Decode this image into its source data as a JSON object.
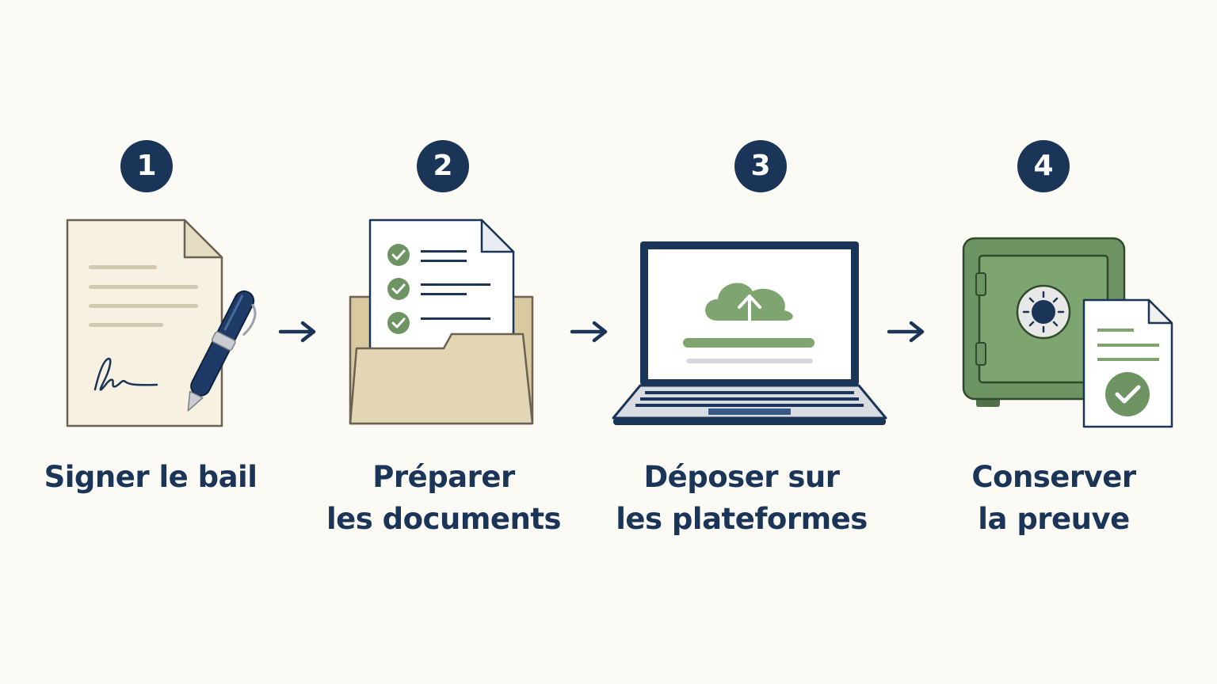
{
  "steps": [
    {
      "number": "1",
      "label_lines": [
        "Signer le bail"
      ]
    },
    {
      "number": "2",
      "label_lines": [
        "Préparer",
        "les documents"
      ]
    },
    {
      "number": "3",
      "label_lines": [
        "Déposer sur",
        "les plateformes"
      ]
    },
    {
      "number": "4",
      "label_lines": [
        "Conserver",
        "la preuve"
      ]
    }
  ],
  "colors": {
    "navy": "#1b3558",
    "green": "#6e9463",
    "green_light": "#7ea46f",
    "paper": "#f6f1e1",
    "folder": "#e3d6b5",
    "background": "#fbfaf5"
  },
  "icons": [
    "signed-lease-icon",
    "document-folder-icon",
    "laptop-upload-icon",
    "safe-proof-icon",
    "arrow-right-icon"
  ]
}
